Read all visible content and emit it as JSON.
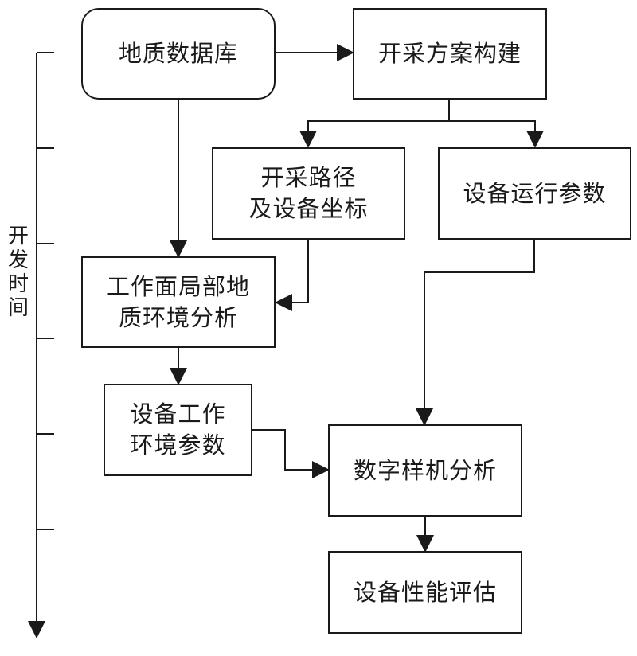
{
  "nodes": {
    "geo_database": "地质数据库",
    "mining_plan": "开采方案构建",
    "mining_path_line1": "开采路径",
    "mining_path_line2": "及设备坐标",
    "equip_params": "设备运行参数",
    "local_geo_line1": "工作面局部地",
    "local_geo_line2": "质环境分析",
    "work_env_line1": "设备工作",
    "work_env_line2": "环境参数",
    "digital_proto": "数字样机分析",
    "perf_eval": "设备性能评估"
  },
  "axis": {
    "label_chars": [
      "开",
      "发",
      "时",
      "间"
    ],
    "tick_count": 6
  },
  "colors": {
    "line": "#1a1a1a",
    "background": "#ffffff"
  }
}
